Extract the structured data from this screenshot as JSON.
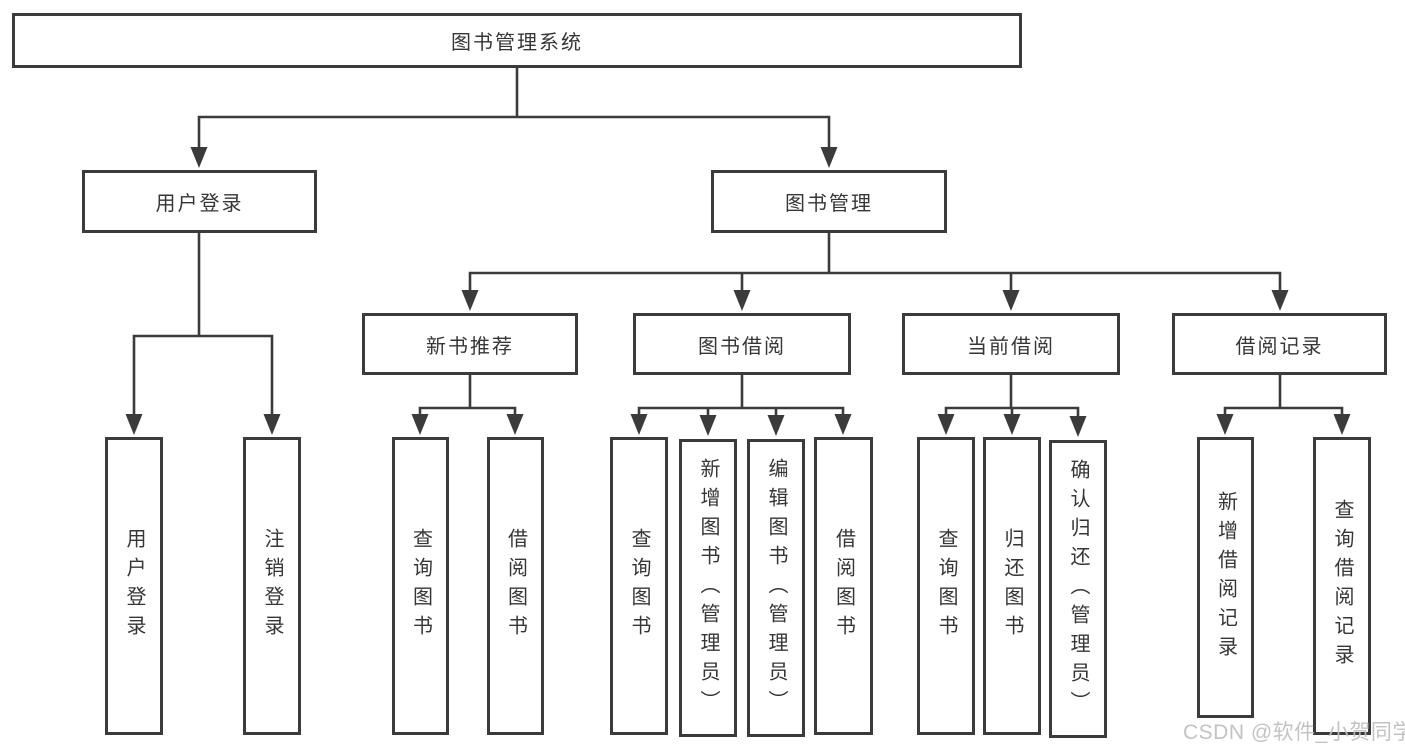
{
  "colors": {
    "line": "#3b3b3b",
    "text": "#363636",
    "watermark": "#c0c0c0",
    "background": "#ffffff"
  },
  "watermark": {
    "text": "CSDN @软件_小贺同学"
  },
  "tree": {
    "root": {
      "label": "图书管理系统"
    },
    "branches": [
      {
        "label": "用户登录",
        "children": [
          {
            "label": "用户登录"
          },
          {
            "label": "注销登录"
          }
        ]
      },
      {
        "label": "图书管理",
        "children": [
          {
            "label": "新书推荐",
            "children": [
              {
                "label": "查询图书"
              },
              {
                "label": "借阅图书"
              }
            ]
          },
          {
            "label": "图书借阅",
            "children": [
              {
                "label": "查询图书"
              },
              {
                "label": "新增图书（管理员）"
              },
              {
                "label": "编辑图书（管理员）"
              },
              {
                "label": "借阅图书"
              }
            ]
          },
          {
            "label": "当前借阅",
            "children": [
              {
                "label": "查询图书"
              },
              {
                "label": "归还图书"
              },
              {
                "label": "确认归还（管理员）"
              }
            ]
          },
          {
            "label": "借阅记录",
            "children": [
              {
                "label": "新增借阅记录"
              },
              {
                "label": "查询借阅记录"
              }
            ]
          }
        ]
      }
    ]
  }
}
